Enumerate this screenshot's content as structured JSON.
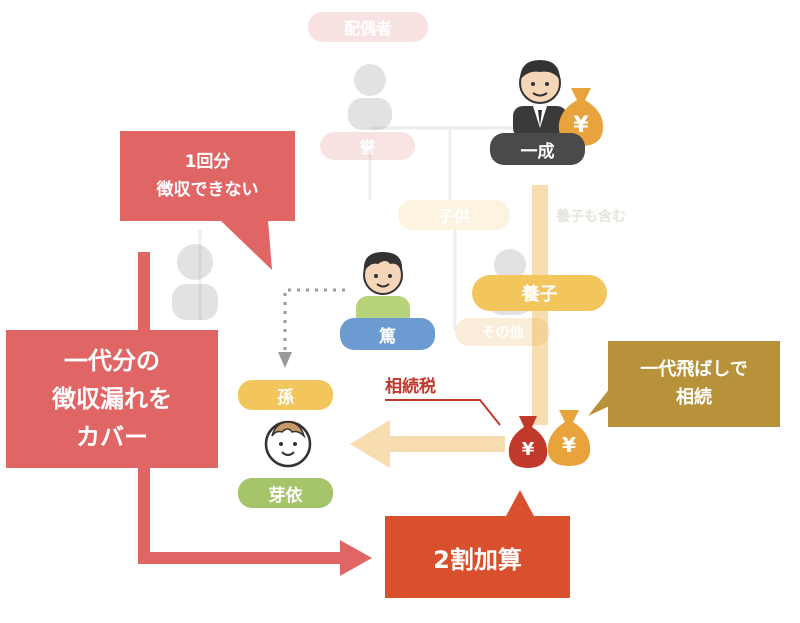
{
  "colors": {
    "accent_red": "#e06666",
    "dark_red": "#d9512c",
    "gold": "#f2c65c",
    "gold_light": "#f7ddb0",
    "brown_gold": "#b8923a",
    "blue": "#6b9bd1",
    "green": "#a6c46a",
    "dark_gray": "#4a4a4a",
    "money_red": "#c0392b",
    "money_orange": "#e8a33d"
  },
  "faded": {
    "spouse_label": "配偶者",
    "spouse_name": "誉",
    "child_label": "子供",
    "adopted_note": "養子も含む",
    "child_name": "その他"
  },
  "people": {
    "grandfather_name": "一成",
    "son_name": "篤",
    "grandchild_label": "孫",
    "grandchild_name": "芽依"
  },
  "labels": {
    "adopted_label": "養子",
    "inheritance_tax": "相続税"
  },
  "callouts": {
    "skip_gen": [
      "一代飛ばしで",
      "相続"
    ],
    "missed_once": [
      "1回分",
      "徴収できない"
    ],
    "cover": [
      "一代分の",
      "徴収漏れを",
      "カバー"
    ],
    "surcharge": "2割加算"
  },
  "icons": {
    "money_bag": "money-bag-icon",
    "yen_symbol": "¥"
  }
}
